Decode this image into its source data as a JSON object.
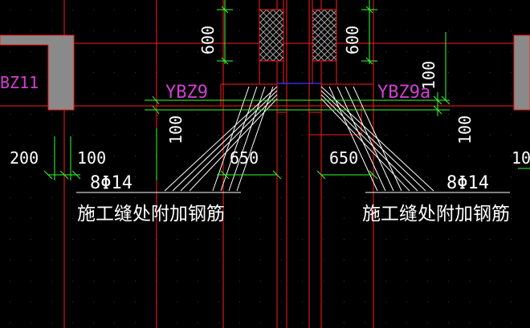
{
  "colors": {
    "background": "#000000",
    "axis": "#ff1a1a",
    "dimension": "#33ff33",
    "label": "#d040d0",
    "text": "#ffffff",
    "column_fill": "#8a8a8a",
    "rebar": "#ffffff",
    "joint": "#3a3aff"
  },
  "labels": {
    "left_column": "BZ11",
    "wall_left": "YBZ9",
    "wall_right": "YBZ9a"
  },
  "dimensions": {
    "top_left": "600",
    "top_right": "600",
    "mid_left": "100",
    "mid_right": "100",
    "top_far_right": "100",
    "left_200": "200",
    "left_100": "100",
    "span_left": "650",
    "span_right": "650",
    "far_right": "10"
  },
  "annotations": {
    "rebar_left": "8Φ14",
    "rebar_right": "8Φ14",
    "note_left": "施工缝处附加钢筋",
    "note_right": "施工缝处附加钢筋"
  }
}
